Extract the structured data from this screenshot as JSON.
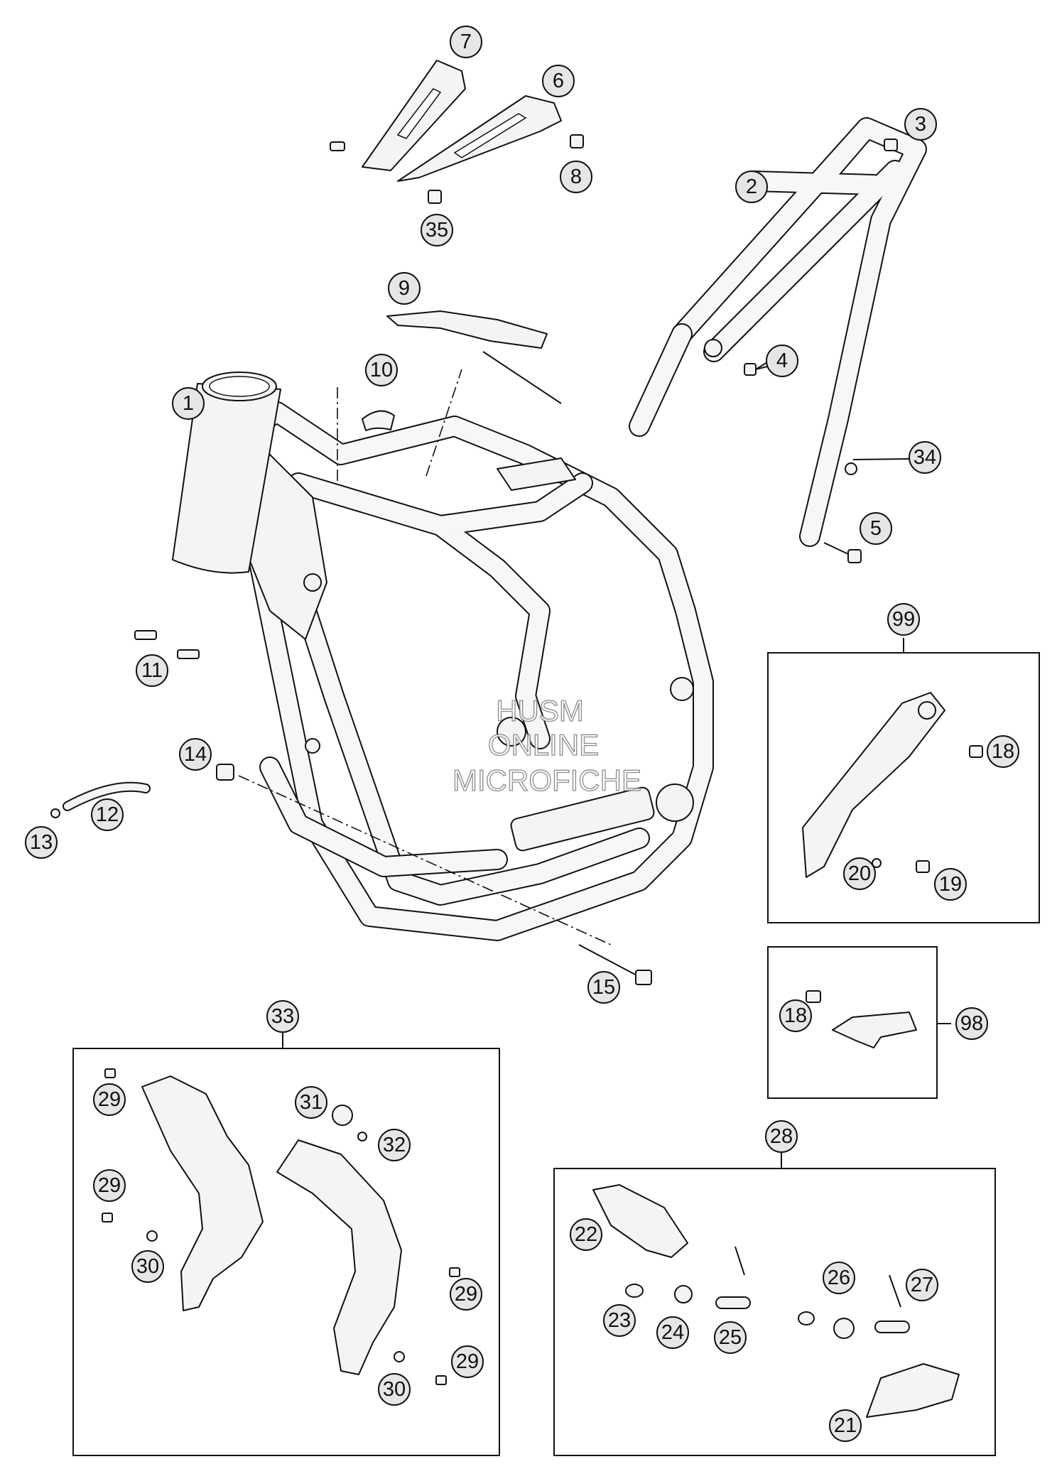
{
  "callouts": {
    "c1": "1",
    "c2": "2",
    "c3": "3",
    "c4": "4",
    "c5": "5",
    "c6": "6",
    "c7": "7",
    "c8": "8",
    "c9": "9",
    "c10": "10",
    "c11": "11",
    "c12": "12",
    "c13": "13",
    "c14": "14",
    "c15": "15",
    "c18a": "18",
    "c18b": "18",
    "c19": "19",
    "c20": "20",
    "c21": "21",
    "c22": "22",
    "c23": "23",
    "c24": "24",
    "c25": "25",
    "c26": "26",
    "c27": "27",
    "c28": "28",
    "c29a": "29",
    "c29b": "29",
    "c29c": "29",
    "c29d": "29",
    "c30a": "30",
    "c30b": "30",
    "c31": "31",
    "c32": "32",
    "c33": "33",
    "c34": "34",
    "c35": "35",
    "c98": "98",
    "c99": "99"
  },
  "watermark": {
    "line1": "HUSM",
    "line2": "ONLINE",
    "line3": "MICROFICHE"
  }
}
